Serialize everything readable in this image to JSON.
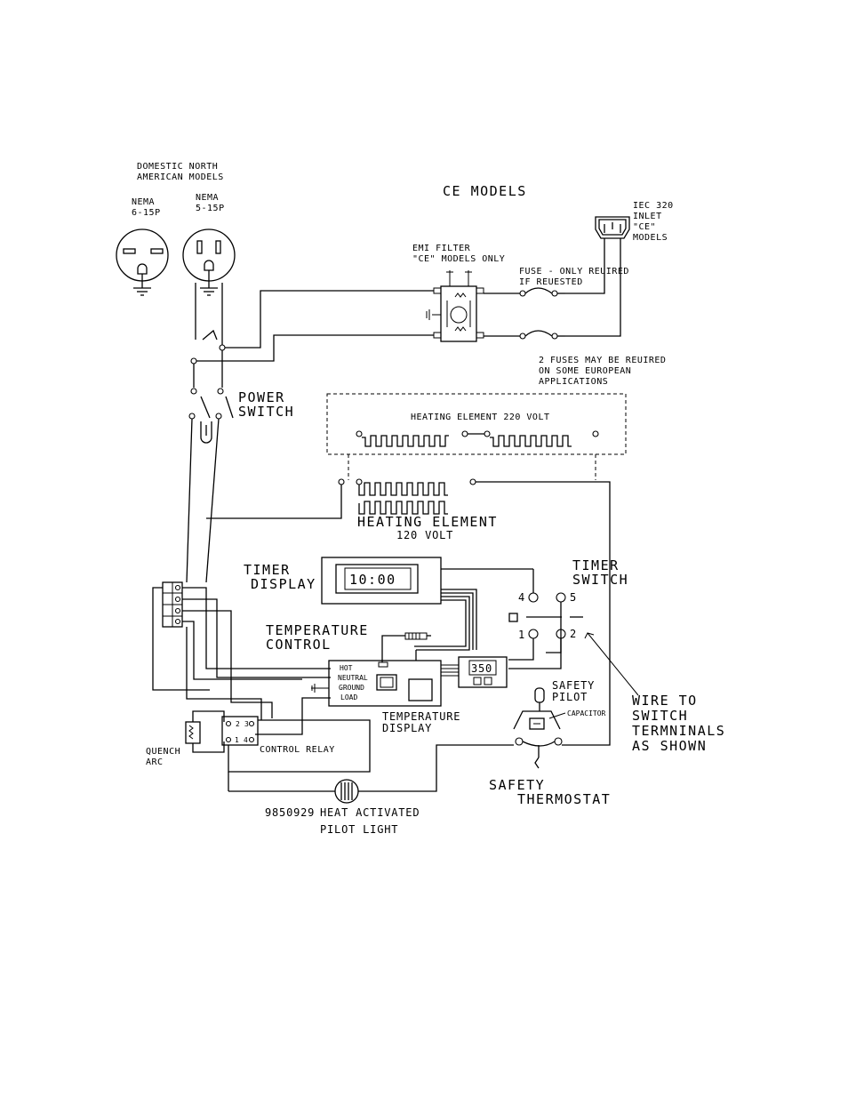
{
  "labels": {
    "domestic_line1": "DOMESTIC NORTH",
    "domestic_line2": "AMERICAN MODELS",
    "nema6_line1": "NEMA",
    "nema6_line2": "6-15P",
    "nema5_line1": "NEMA",
    "nema5_line2": "5-15P",
    "ce_models": "CE MODELS",
    "iec_line1": "IEC 320",
    "iec_line2": "INLET",
    "iec_line3": "\"CE\"",
    "iec_line4": "MODELS",
    "emi_line1": "EMI FILTER",
    "emi_line2": "\"CE\" MODELS ONLY",
    "fuse_line1": "FUSE - ONLY REUIRED",
    "fuse_line2": "IF REUESTED",
    "fuses_line1": "2 FUSES MAY BE REUIRED",
    "fuses_line2": "ON SOME EUROPEAN",
    "fuses_line3": "APPLICATIONS",
    "power_line1": "POWER",
    "power_line2": "SWITCH",
    "heat220": "HEATING ELEMENT 220 VOLT",
    "heat120_line1": "HEATING ELEMENT",
    "heat120_line2": "120 VOLT",
    "timer_display_line1": "TIMER",
    "timer_display_line2": "DISPLAY",
    "timer_switch_line1": "TIMER",
    "timer_switch_line2": "SWITCH",
    "temp_control_line1": "TEMPERATURE",
    "temp_control_line2": "CONTROL",
    "temp_display_line1": "TEMPERATURE",
    "temp_display_line2": "DISPLAY",
    "hot": "HOT",
    "neutral": "NEUTRAL",
    "ground": "GROUND",
    "load": "LOAD",
    "safety_pilot_line1": "SAFETY",
    "safety_pilot_line2": "PILOT",
    "capacitor": "CAPACITOR",
    "wire_line1": "WIRE TO",
    "wire_line2": "SWITCH",
    "wire_line3": "TERMNINALS",
    "wire_line4": "AS SHOWN",
    "quench_line1": "QUENCH",
    "quench_line2": "ARC",
    "control_relay": "CONTROL RELAY",
    "safety_thermo_line1": "SAFETY",
    "safety_thermo_line2": "THERMOSTAT",
    "part_number": "9850929",
    "heat_pilot_line1": "HEAT ACTIVATED",
    "heat_pilot_line2": "PILOT LIGHT",
    "timer_digits": "10:00",
    "temp_digits": "350",
    "ts_4": "4",
    "ts_5": "5",
    "ts_1": "1",
    "ts_2": "2",
    "relay_1": "1",
    "relay_2": "2",
    "relay_3": "3",
    "relay_4": "4"
  },
  "icons": [
    "nema-6-15p-plug-icon",
    "nema-5-15p-plug-icon",
    "iec-320-inlet-icon",
    "fuse-icon",
    "ground-symbol-icon",
    "pilot-light-icon",
    "capacitor-icon"
  ]
}
